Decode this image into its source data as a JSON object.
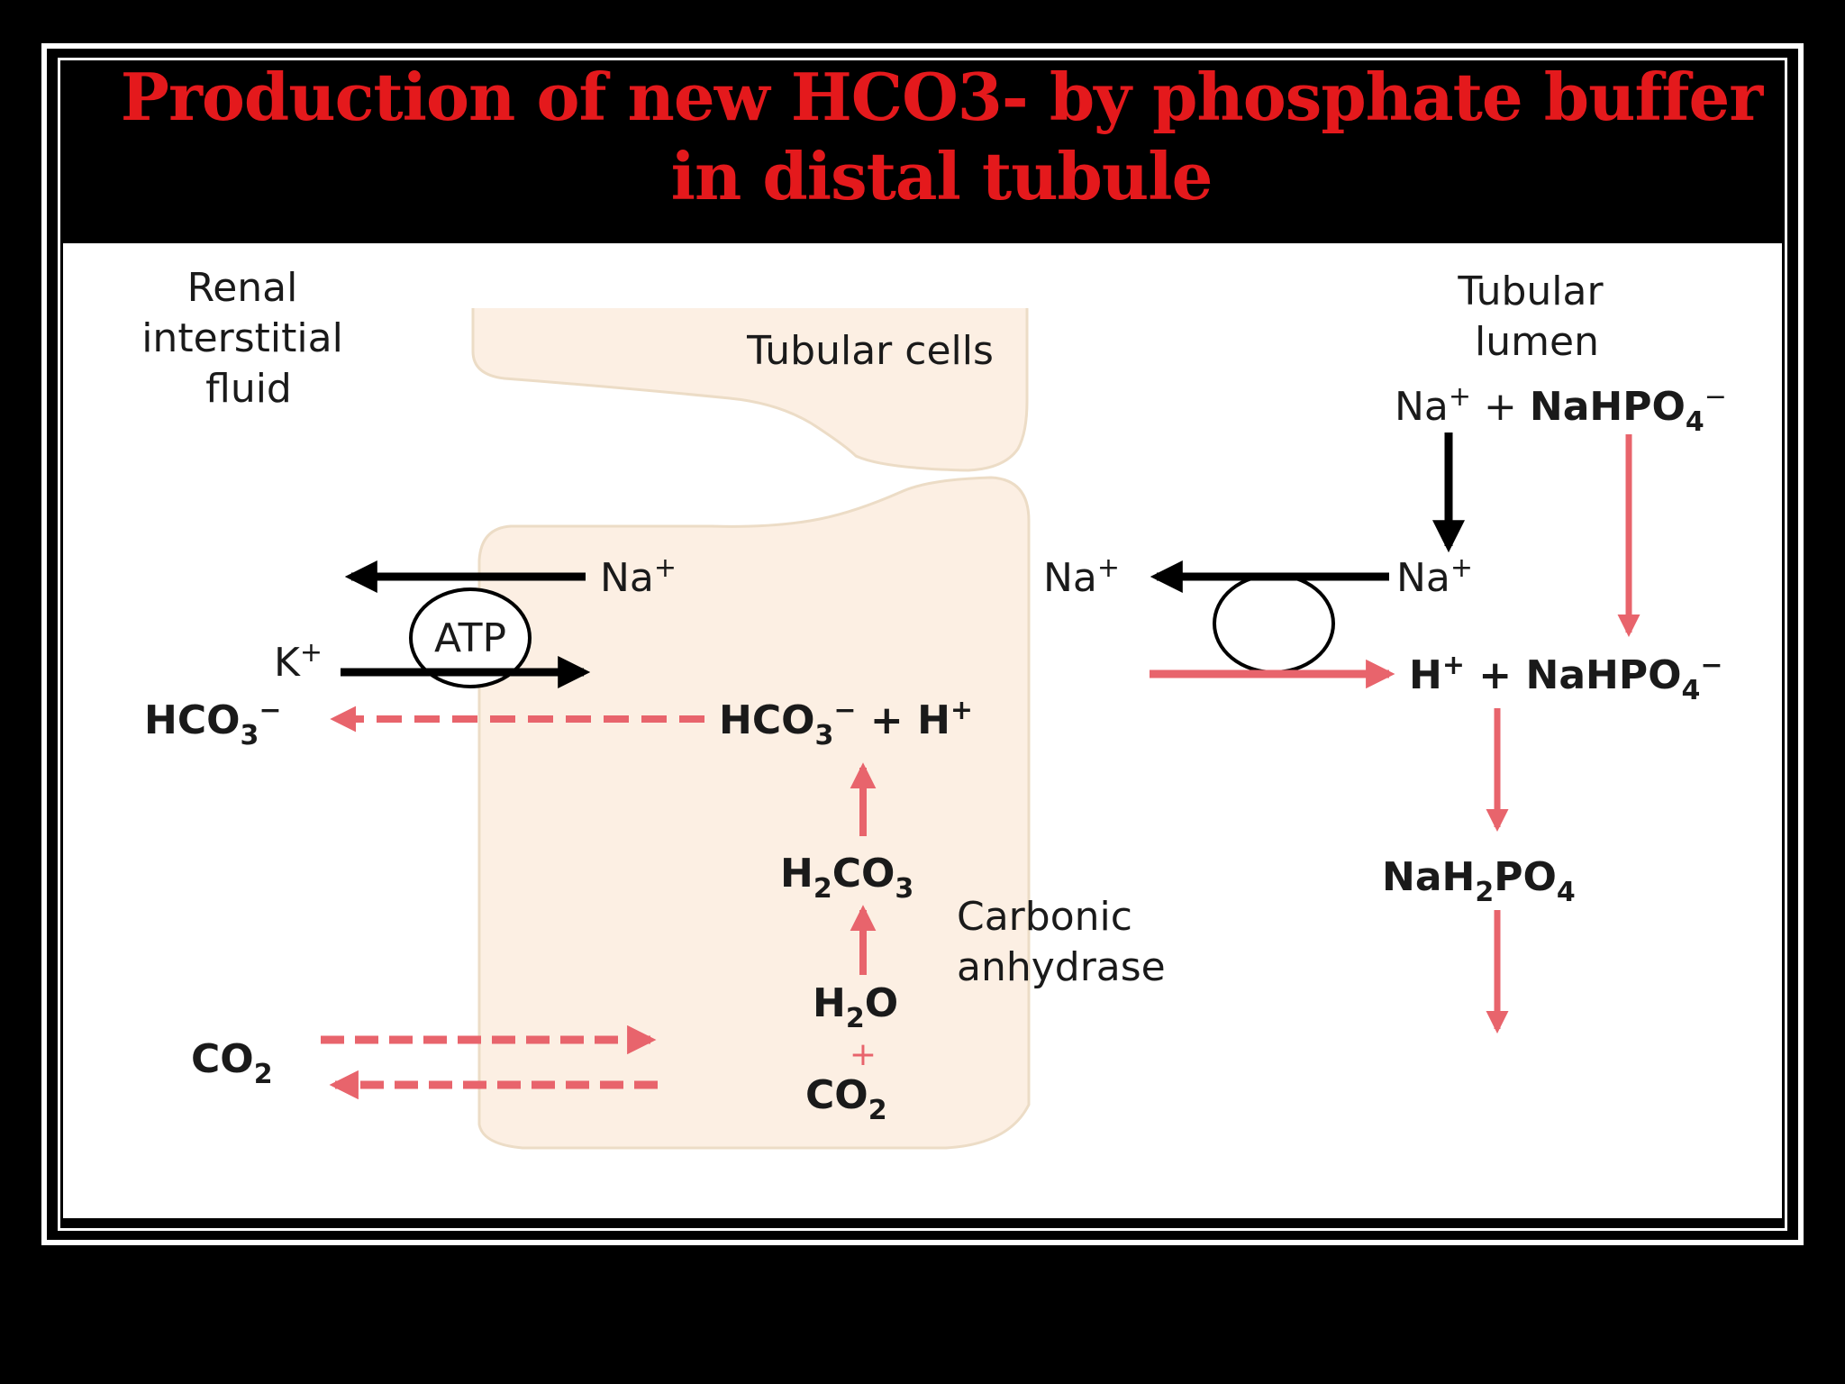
{
  "title": {
    "line1": "Production of new HCO3- by phosphate buffer",
    "line2": "in distal tubule"
  },
  "regions": {
    "interstitial": [
      "Renal",
      "interstitial",
      "fluid"
    ],
    "cells": "Tubular cells",
    "lumen": [
      "Tubular",
      "lumen"
    ]
  },
  "pump": {
    "label": "ATP"
  },
  "enzyme": [
    "Carbonic",
    "anhydrase"
  ],
  "species": {
    "na_plus": "Na",
    "k_plus": "K",
    "h_plus": "H",
    "plus_sign": "+",
    "minus_sign": "−",
    "hco3": "HCO",
    "nahpo4": "NaHPO",
    "nah2po4_a": "NaH",
    "nah2po4_b": "PO",
    "h2co3_a": "H",
    "h2co3_b": "CO",
    "h2o_a": "H",
    "h2o_b": "O",
    "co2": "CO",
    "sub2": "2",
    "sub3": "3",
    "sub4": "4"
  },
  "colors": {
    "background": "#000000",
    "title": "#e4191c",
    "cell_fill": "#fcefe3",
    "cell_stroke": "#ecdcc6",
    "arrow_red": "#e8646c",
    "arrow_black": "#000000"
  }
}
